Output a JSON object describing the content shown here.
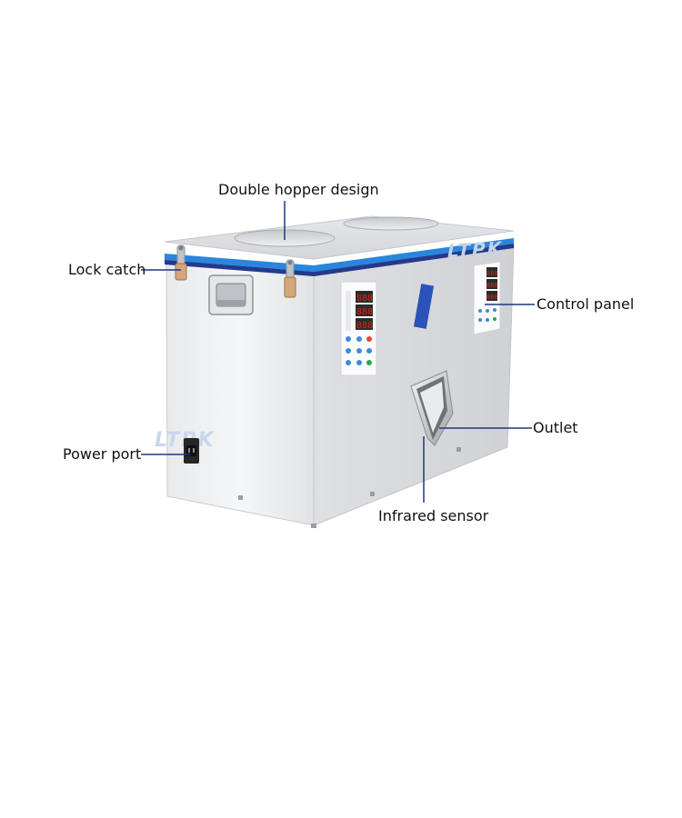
{
  "callouts": {
    "hopper": "Double hopper design",
    "lock": "Lock catch",
    "control": "Control panel",
    "outlet": "Outlet",
    "power": "Power port",
    "infrared": "Infrared sensor"
  },
  "brand": {
    "logo_text": "LTPK"
  },
  "panels": {
    "left_displays": [
      "888",
      "888",
      "888"
    ],
    "right_displays": [
      "888",
      "888",
      "888"
    ]
  },
  "colors": {
    "body_steel": "#d9dadc",
    "accent_blue": "#1e78d2",
    "accent_navy": "#243a8c",
    "leader_line": "#1a3a7a",
    "display_red": "#e0201a"
  }
}
